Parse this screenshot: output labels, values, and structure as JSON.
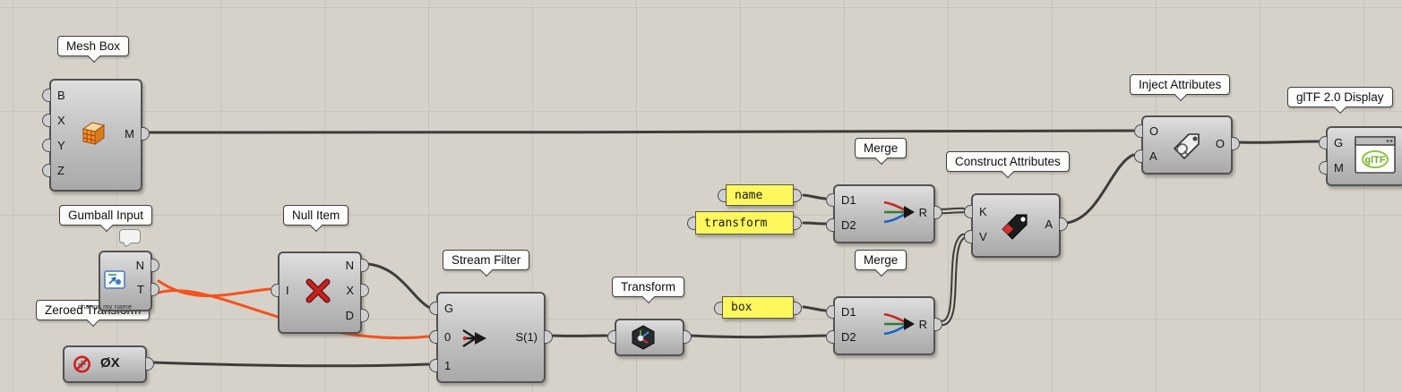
{
  "canvas": {
    "background": "#d6d2c9",
    "grid_line": "#c8c4bb",
    "wire_color": "#3d3d3d",
    "selected_wire_color": "#f4531d",
    "panel_color": "#fff75e"
  },
  "components": {
    "mesh_box": {
      "label": "Mesh Box",
      "inputs": [
        "B",
        "X",
        "Y",
        "Z"
      ],
      "outputs": [
        "M"
      ]
    },
    "gumball_input": {
      "label": "Gumball Input",
      "outputs": [
        "N",
        "T"
      ],
      "hint": "change my name"
    },
    "zeroed_transform": {
      "label": "Zeroed Transform",
      "value": "ØX"
    },
    "null_item": {
      "label": "Null Item",
      "inputs": [
        "I"
      ],
      "outputs": [
        "N",
        "X",
        "D"
      ]
    },
    "stream_filter": {
      "label": "Stream Filter",
      "inputs": [
        "G",
        "0",
        "1"
      ],
      "outputs": [
        "S(1)"
      ]
    },
    "transform": {
      "label": "Transform"
    },
    "merge_top": {
      "label": "Merge",
      "inputs": [
        "D1",
        "D2"
      ],
      "outputs": [
        "R"
      ]
    },
    "merge_bottom": {
      "label": "Merge",
      "inputs": [
        "D1",
        "D2"
      ],
      "outputs": [
        "R"
      ]
    },
    "construct_attributes": {
      "label": "Construct Attributes",
      "inputs": [
        "K",
        "V"
      ],
      "outputs": [
        "A"
      ]
    },
    "inject_attributes": {
      "label": "Inject Attributes",
      "inputs": [
        "O",
        "A"
      ],
      "outputs": [
        "O"
      ]
    },
    "gltf_display": {
      "label": "glTF 2.0 Display",
      "inputs": [
        "G",
        "M"
      ]
    }
  },
  "panels": {
    "name": {
      "text": "name"
    },
    "transform": {
      "text": "transform"
    },
    "box": {
      "text": "box"
    }
  }
}
